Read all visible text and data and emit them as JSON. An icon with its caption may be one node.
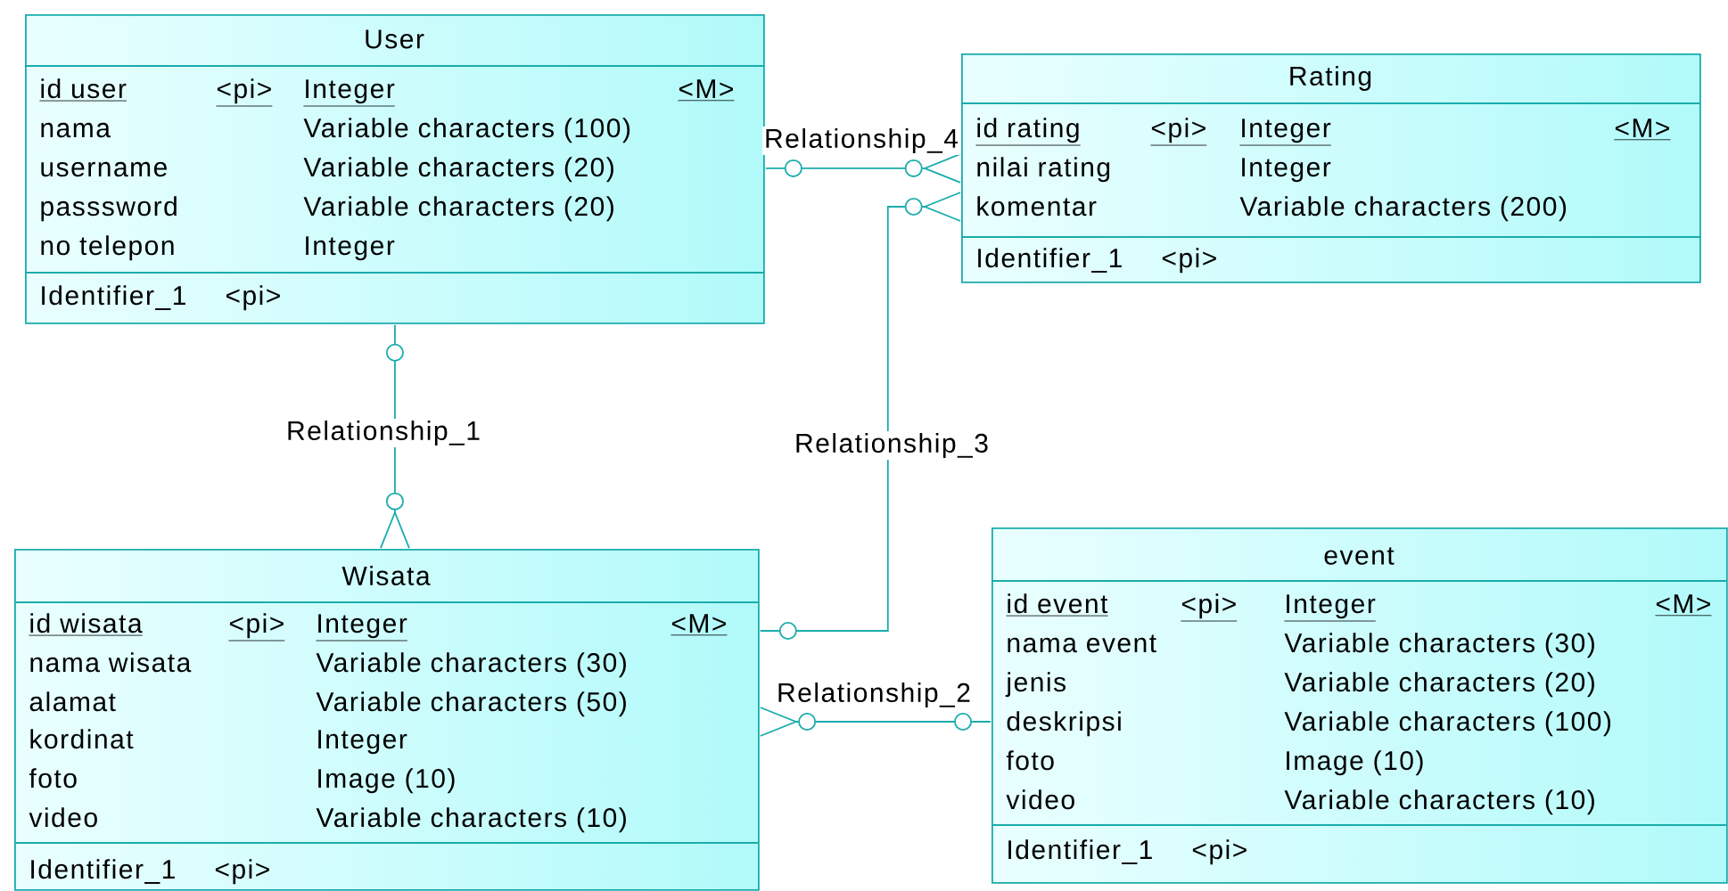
{
  "diagram": {
    "nodes": [
      {
        "text": [
          "User",
          "id user",
          "<pi>",
          "Integer",
          "<M>",
          "nama",
          "Variable characters (100)",
          "username",
          "Variable characters (20)",
          "passsword",
          "Variable characters (20)",
          "no telepon",
          "Integer",
          "Identifier_1",
          "<pi>"
        ]
      },
      {
        "text": [
          "Rating",
          "id rating",
          "<pi>",
          "Integer",
          "<M>",
          "nilai rating",
          "Integer",
          "komentar",
          "Variable characters (200)",
          "Identifier_1",
          "<pi>"
        ]
      },
      {
        "text": [
          "Wisata",
          "id wisata",
          "<pi>",
          "Integer",
          "<M>",
          "nama wisata",
          "Variable characters (30)",
          "alamat",
          "Variable characters (50)",
          "kordinat",
          "Integer",
          "foto",
          "Image (10)",
          "video",
          "Variable characters (10)",
          "Identifier_1",
          "<pi>"
        ]
      },
      {
        "text": [
          "event",
          "id event",
          "<pi>",
          "Integer",
          "<M>",
          "nama event",
          "Variable characters (30)",
          "jenis",
          "Variable characters (20)",
          "deskripsi",
          "Variable characters (100)",
          "foto",
          "Image (10)",
          "video",
          "Variable characters (10)",
          "Identifier_1",
          "<pi>"
        ]
      }
    ],
    "edges": [
      {
        "from": 0,
        "to": 2,
        "arrow": "other",
        "label": "Relationship_1"
      },
      {
        "from": 0,
        "to": 1,
        "arrow": "other",
        "label": "Relationship_4"
      },
      {
        "from": 2,
        "to": 1,
        "arrow": "other",
        "label": "Relationship_3"
      },
      {
        "from": 3,
        "to": 2,
        "arrow": "other",
        "label": "Relationship_2"
      }
    ]
  }
}
